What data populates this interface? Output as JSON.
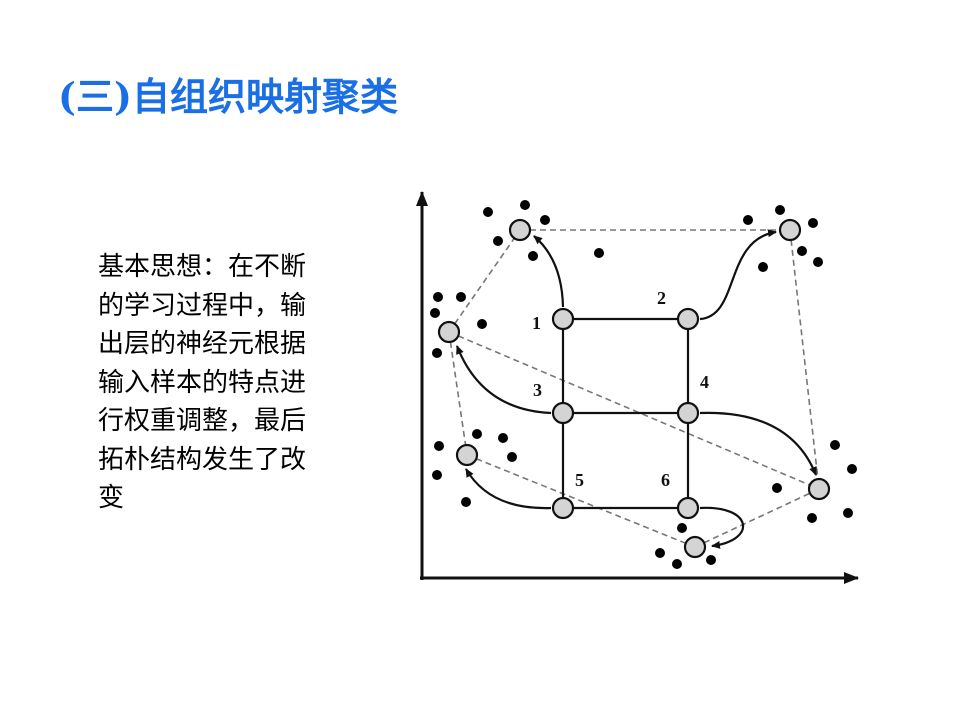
{
  "title": "(三)自组织映射聚类",
  "description_lines": [
    "基本思想：在不断",
    "的学习过程中，输",
    "出层的神经元根据",
    "输入样本的特点进",
    "行权重调整，最后",
    "拓朴结构发生了改",
    "变"
  ],
  "diagram": {
    "node_labels": [
      "1",
      "2",
      "3",
      "4",
      "5",
      "6"
    ]
  }
}
